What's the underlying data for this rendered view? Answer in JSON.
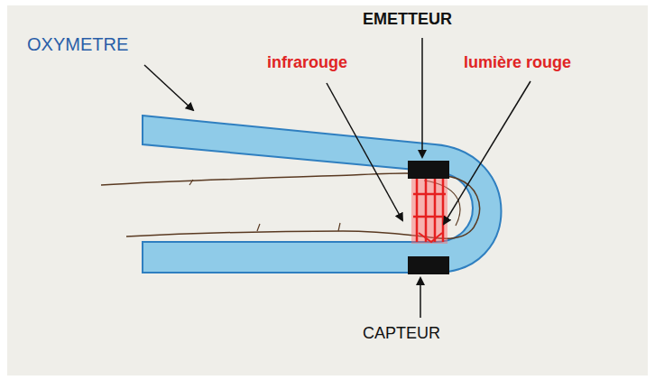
{
  "diagram": {
    "labels": [
      "OXYMETRE",
      "EMETTEUR",
      "infrarouge",
      "lumière rouge",
      "CAPTEUR"
    ]
  }
}
